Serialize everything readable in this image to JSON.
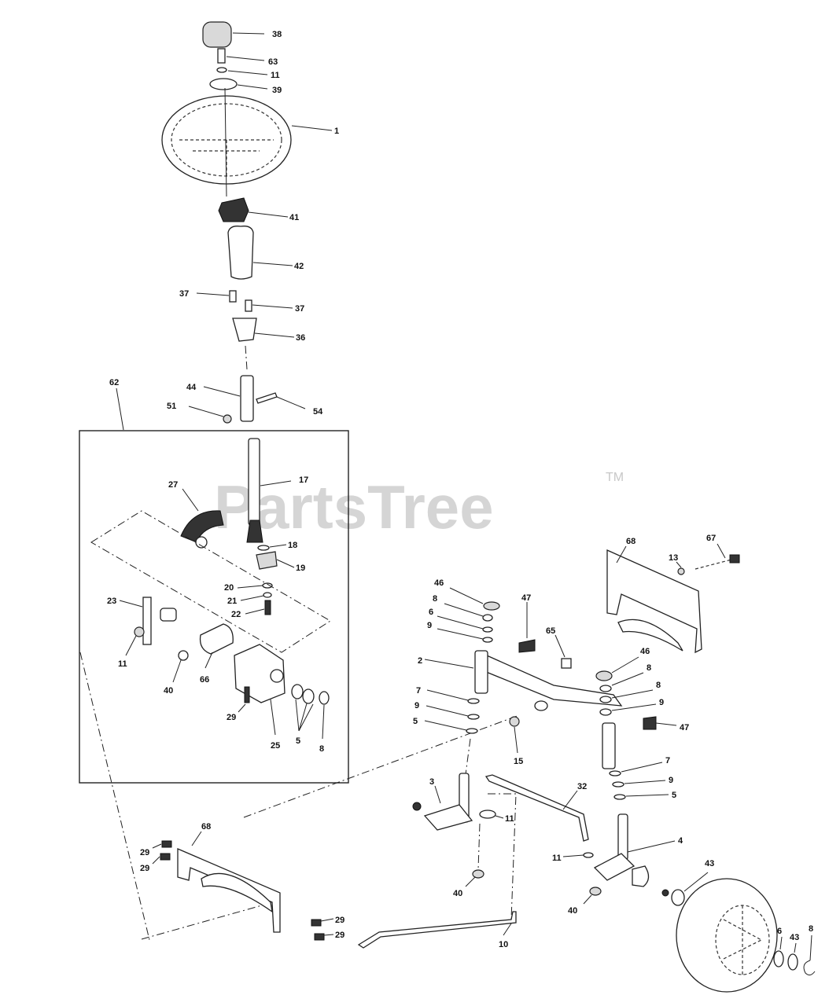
{
  "watermark": {
    "text": "PartsTree",
    "tm": "TM"
  },
  "callouts": {
    "c38": "38",
    "c63": "63",
    "c11a": "11",
    "c39": "39",
    "c1": "1",
    "c41": "41",
    "c42": "42",
    "c37a": "37",
    "c37b": "37",
    "c36": "36",
    "c62": "62",
    "c44": "44",
    "c51": "51",
    "c54": "54",
    "c27": "27",
    "c17": "17",
    "c18": "18",
    "c19": "19",
    "c20": "20",
    "c21": "21",
    "c22": "22",
    "c23": "23",
    "c11b": "11",
    "c40a": "40",
    "c66": "66",
    "c29a": "29",
    "c25": "25",
    "c5a": "5",
    "c8a": "8",
    "c68a": "68",
    "c67": "67",
    "c13": "13",
    "c46a": "46",
    "c47a": "47",
    "c8b": "8",
    "c6a": "6",
    "c9a": "9",
    "c65": "65",
    "c2": "2",
    "c46b": "46",
    "c8c": "8",
    "c8d": "8",
    "c9b": "9",
    "c7a": "7",
    "c9c": "9",
    "c5b": "5",
    "c15": "15",
    "c47b": "47",
    "c7b": "7",
    "c9d": "9",
    "c5c": "5",
    "c3": "3",
    "c32": "32",
    "c11c": "11",
    "c11d": "11",
    "c4": "4",
    "c40b": "40",
    "c40c": "40",
    "c68b": "68",
    "c29b": "29",
    "c29c": "29",
    "c29d": "29",
    "c29e": "29",
    "c10": "10",
    "c43a": "43",
    "c6b": "6",
    "c43b": "43",
    "c8e": "8"
  }
}
